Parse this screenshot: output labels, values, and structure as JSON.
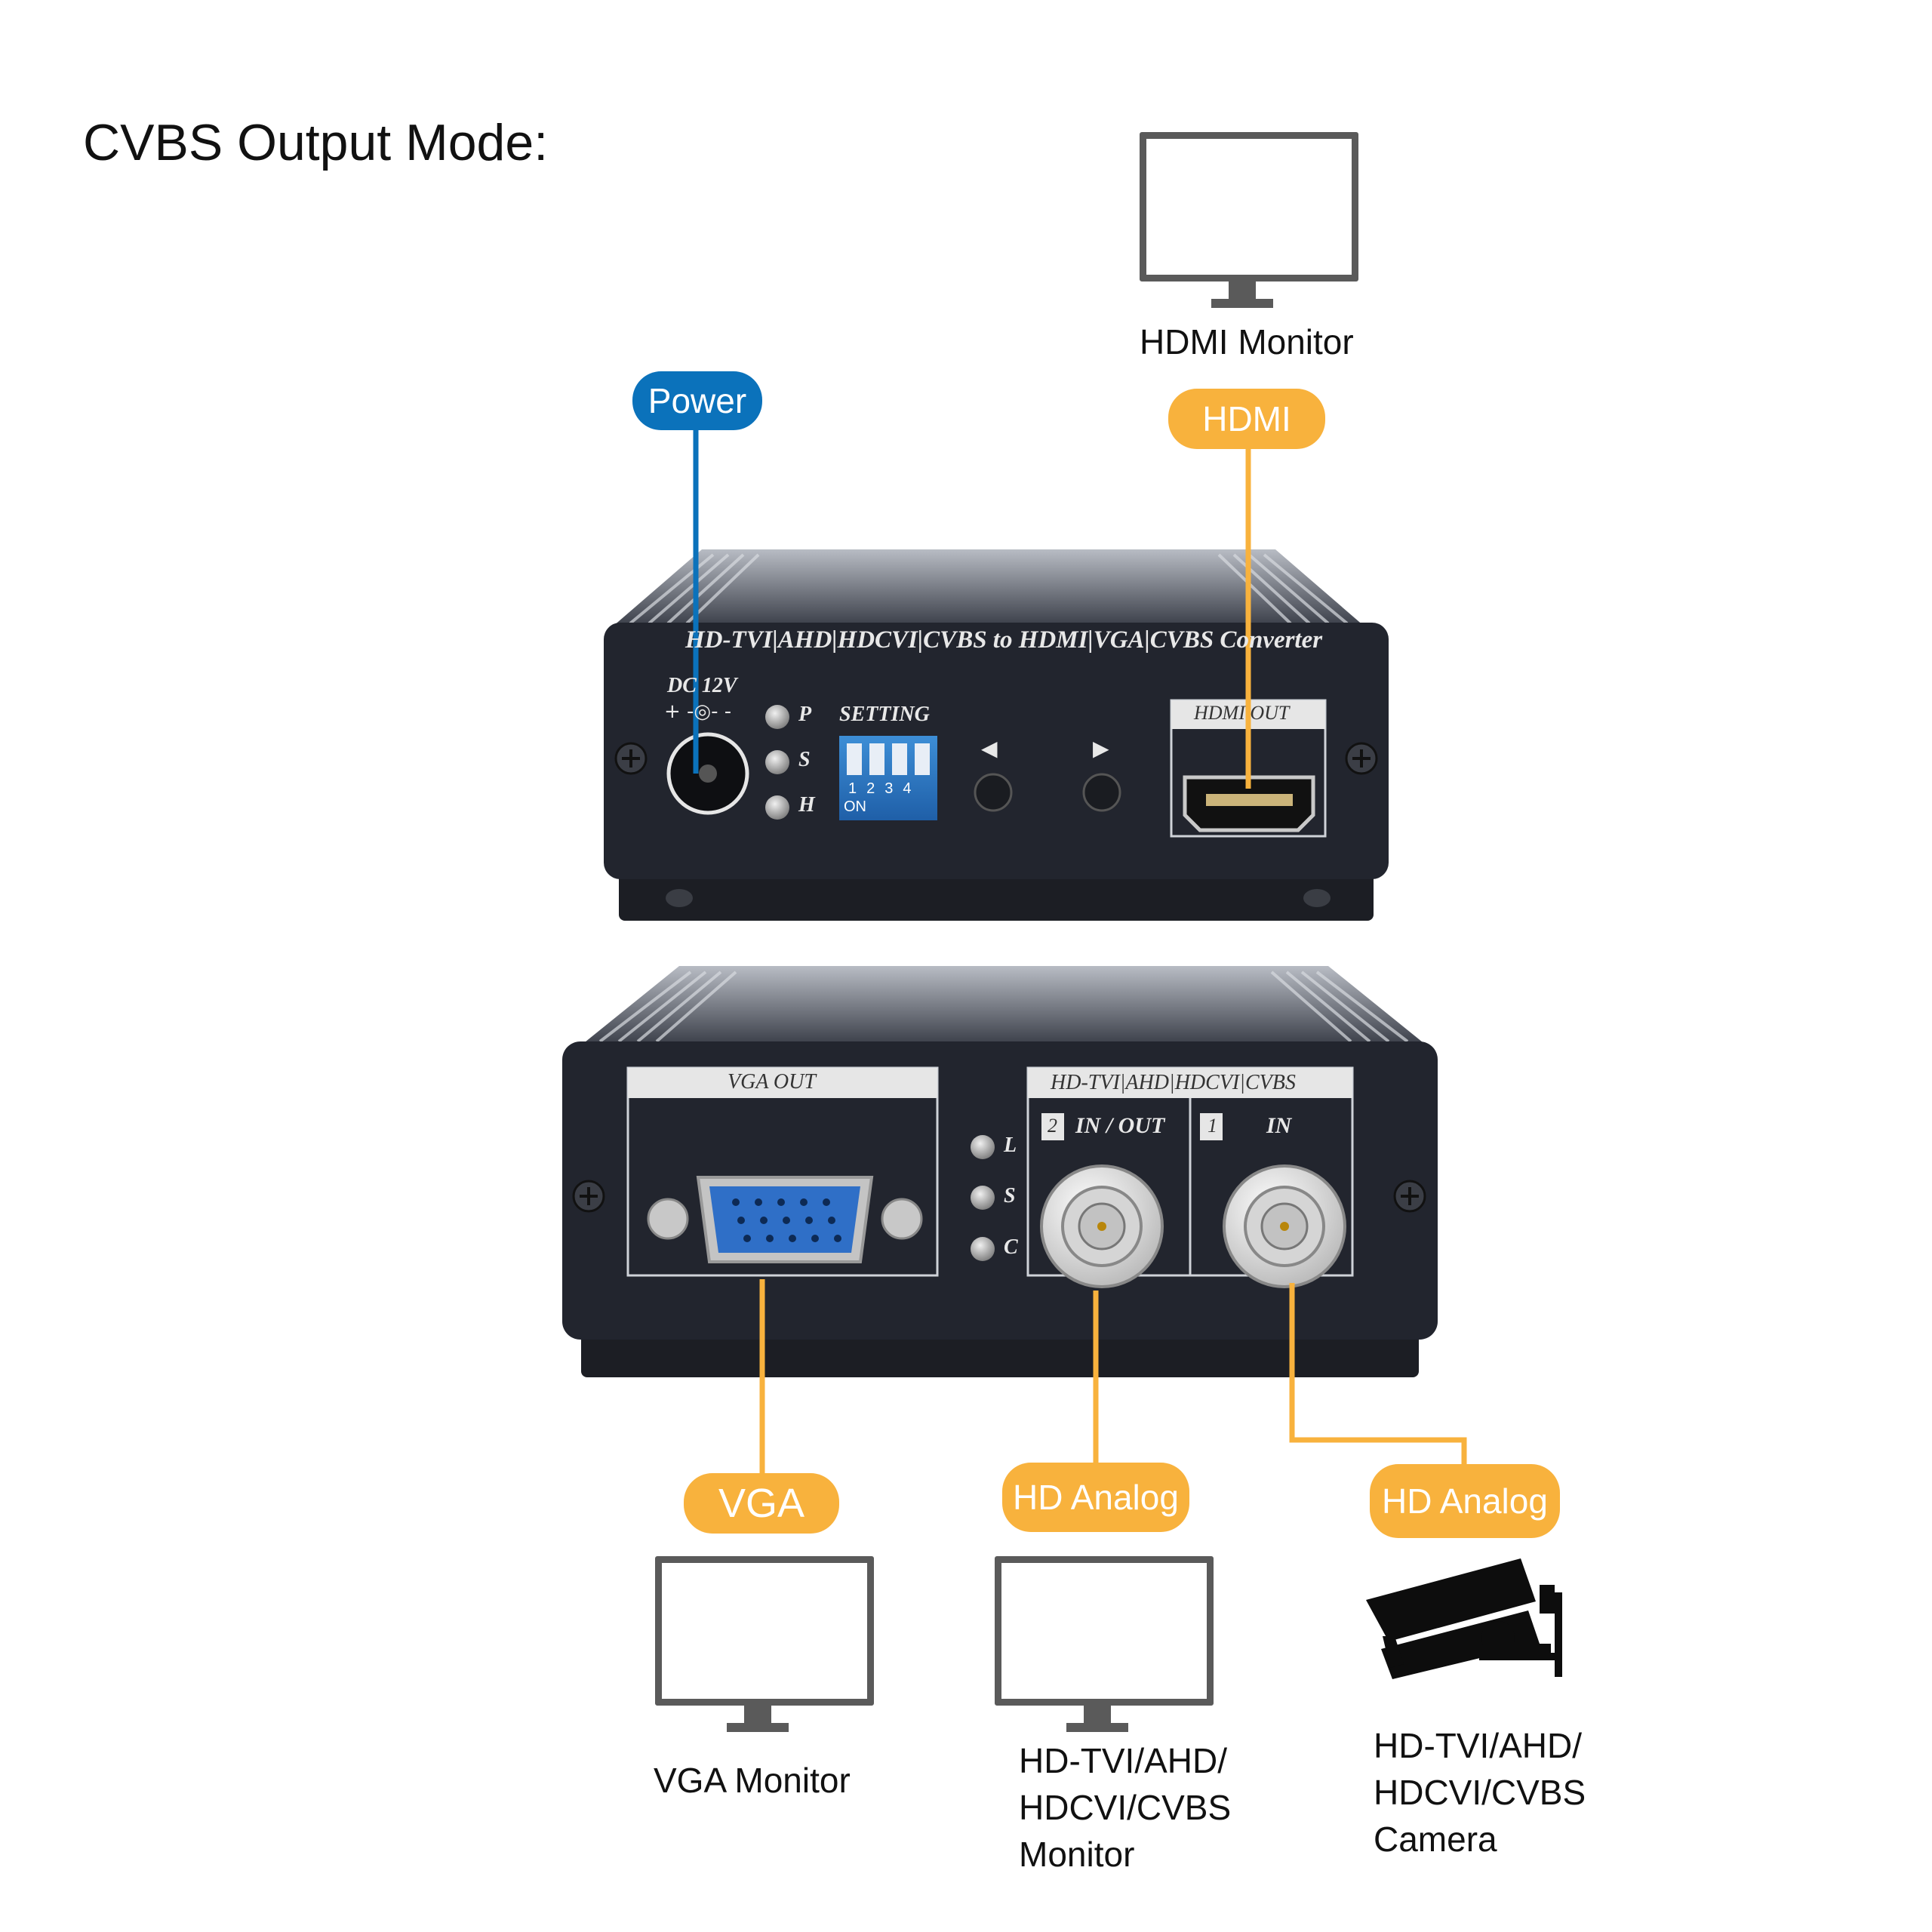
{
  "title": "CVBS Output Mode:",
  "callouts": {
    "power": "Power",
    "hdmi": "HDMI",
    "vga": "VGA",
    "hd_analog_out": "HD Analog",
    "hd_analog_in": "HD Analog"
  },
  "devices": {
    "hdmi_monitor": "HDMI Monitor",
    "vga_monitor": "VGA Monitor",
    "analog_monitor": [
      "HD-TVI/AHD/",
      "HDCVI/CVBS",
      "Monitor"
    ],
    "camera": [
      "HD-TVI/AHD/",
      "HDCVI/CVBS",
      "Camera"
    ]
  },
  "front_panel": {
    "header": "HD-TVI|AHD|HDCVI|CVBS to HDMI|VGA|CVBS Converter",
    "dc_label": "DC 12V",
    "polarity": "+ -◎- -",
    "leds": [
      "P",
      "S",
      "H"
    ],
    "setting_label": "SETTING",
    "dip_numbers": [
      "1",
      "2",
      "3",
      "4"
    ],
    "dip_on": "ON",
    "left_arrow": "◀",
    "right_arrow": "▶",
    "hdmi_out_label": "HDMI OUT"
  },
  "rear_panel": {
    "vga_out_label": "VGA OUT",
    "leds": [
      "L",
      "S",
      "C"
    ],
    "bnc_header": "HD-TVI|AHD|HDCVI|CVBS",
    "port2_num": "2",
    "port2_label": "IN / OUT",
    "port1_num": "1",
    "port1_label": "IN"
  },
  "colors": {
    "orange": "#f8b23d",
    "blue": "#0b72bb",
    "panel": "#22252e",
    "monitor": "#5a5a5a"
  }
}
